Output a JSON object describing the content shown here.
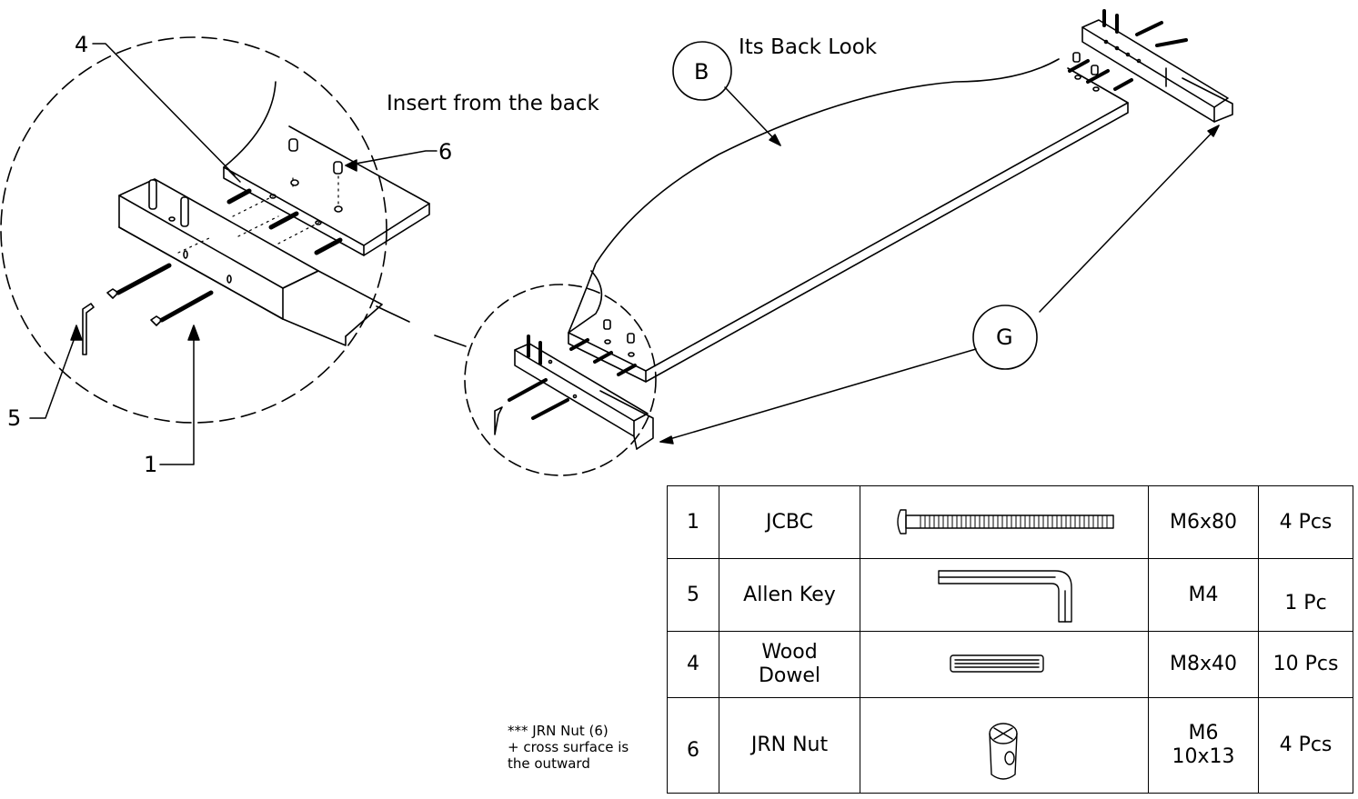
{
  "labels": {
    "part4": "4",
    "part6": "6",
    "part5": "5",
    "part1": "1",
    "callout_b": "B",
    "callout_g": "G",
    "back_look": "Its Back Look",
    "insert_back": "Insert from the back"
  },
  "note": {
    "line1": "*** JRN Nut (6)",
    "line2": "+ cross surface is",
    "line3": "the outward"
  },
  "parts_table": [
    {
      "num": "1",
      "name": "JCBC",
      "size": "M6x80",
      "qty": "4 Pcs",
      "icon": "bolt-icon"
    },
    {
      "num": "5",
      "name": "Allen Key",
      "size": "M4",
      "qty": "1 Pc",
      "icon": "allen-key-icon"
    },
    {
      "num": "4",
      "name_line1": "Wood",
      "name_line2": "Dowel",
      "size": "M8x40",
      "qty": "10 Pcs",
      "icon": "dowel-icon"
    },
    {
      "num": "6",
      "name": "JRN Nut",
      "size_line1": "M6",
      "size_line2": "10x13",
      "qty": "4 Pcs",
      "icon": "barrel-nut-icon"
    }
  ],
  "colors": {
    "line": "#000000",
    "background": "#ffffff"
  }
}
